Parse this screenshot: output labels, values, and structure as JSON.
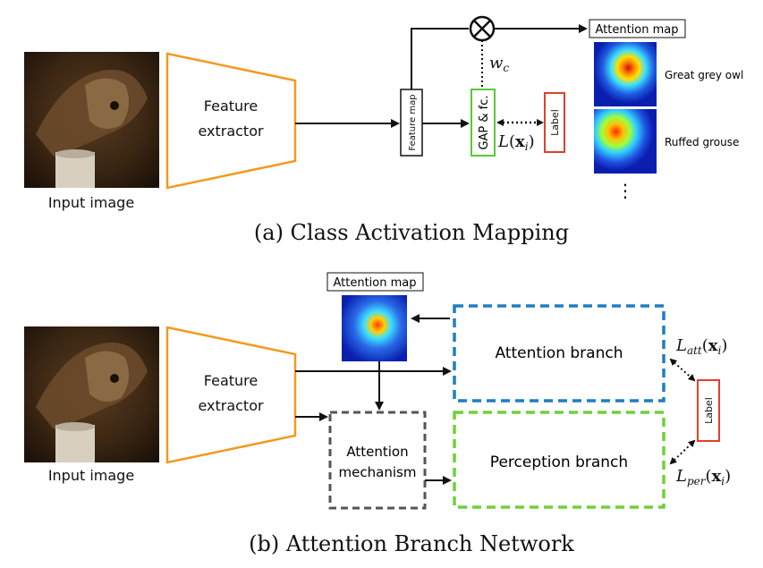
{
  "colors": {
    "feature_extractor": "#f29a1f",
    "gap_fc": "#5ac83a",
    "label_box": "#e0402a",
    "attention_branch": "#1f7fbf",
    "perception_branch": "#6ed13a",
    "attention_mechanism": "#555555"
  },
  "cam": {
    "input_label": "Input image",
    "feature_extractor_label": [
      "Feature",
      "extractor"
    ],
    "feature_map_label": "Feature map",
    "gap_label": "GAP & fc.",
    "weight_label": "w",
    "weight_sub": "c",
    "loss_label": "L(x",
    "loss_sub": "i",
    "loss_close": ")",
    "label_box": "Label",
    "attention_map_title": "Attention map",
    "classes": [
      "Great grey owl",
      "Ruffed grouse"
    ],
    "ellipsis": "⋮",
    "caption": "(a) Class Activation Mapping"
  },
  "abn": {
    "input_label": "Input image",
    "feature_extractor_label": [
      "Feature",
      "extractor"
    ],
    "attention_map_title": "Attention map",
    "attention_branch": "Attention branch",
    "perception_branch": "Perception branch",
    "attention_mechanism": [
      "Attention",
      "mechanism"
    ],
    "label_box": "Label",
    "loss_att": "L",
    "loss_att_sub": "att",
    "loss_per": "L",
    "loss_per_sub": "per",
    "loss_arg": "(x",
    "loss_arg_sub": "i",
    "loss_arg_close": ")",
    "caption": "(b) Attention Branch Network"
  }
}
